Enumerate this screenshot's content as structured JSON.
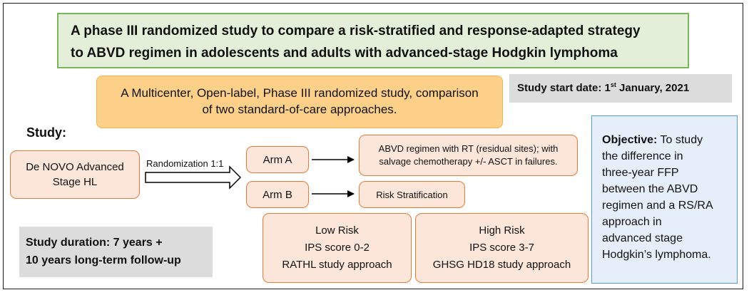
{
  "title": {
    "line1": "A phase III randomized study to compare a risk-stratified and response-adapted strategy",
    "line2": "to ABVD regimen in adolescents and adults with advanced-stage Hodgkin lymphoma"
  },
  "design": {
    "line1": "A Multicenter, Open-label, Phase III randomized study, comparison",
    "line2": "of two standard-of-care approaches."
  },
  "start_date": {
    "label": "Study start date: 1",
    "sup": "st",
    "rest": " January, 2021"
  },
  "study_label": "Study:",
  "population": {
    "line1": "De NOVO Advanced",
    "line2": "Stage HL"
  },
  "randomization_label": "Randomization 1:1",
  "arms": {
    "a": {
      "label": "Arm A",
      "treatment_line1": "ABVD regimen with RT (residual sites); with",
      "treatment_line2": "salvage chemotherapy +/- ASCT in failures."
    },
    "b": {
      "label": "Arm B",
      "treatment": "Risk Stratification"
    }
  },
  "low_risk": {
    "line1": "Low Risk",
    "line2": "IPS score 0-2",
    "line3": "RATHL study approach"
  },
  "high_risk": {
    "line1": "High Risk",
    "line2": "IPS score 3-7",
    "line3": "GHSG HD18 study approach"
  },
  "duration": {
    "line1": "Study duration: 7 years +",
    "line2": "10 years long-term follow-up"
  },
  "objective": {
    "label": "Objective:",
    "text_lines": [
      " To study",
      "the difference in",
      "three-year FFP",
      "between the ABVD",
      "regimen and a RS/RA",
      "approach in",
      "advanced stage",
      "Hodgkin’s lymphoma."
    ]
  },
  "colors": {
    "title_fill": "#e3efd9",
    "title_border": "#7ab55c",
    "design_fill": "#fdd08a",
    "box_fill": "#fbe6d9",
    "box_border": "#e37a3a",
    "grey_fill": "#dcdcdc",
    "objective_fill": "#e6eff9",
    "objective_border": "#5b9bd5"
  }
}
